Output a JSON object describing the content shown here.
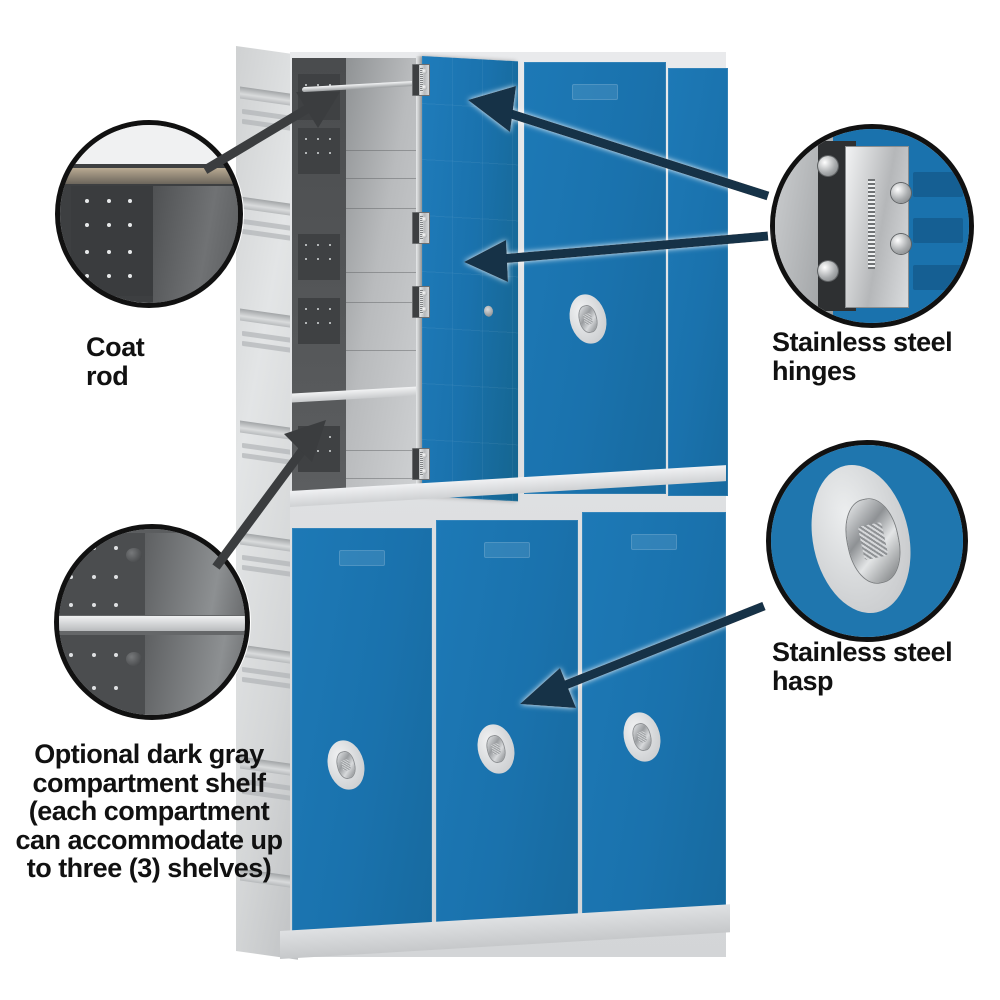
{
  "page": {
    "type": "product-feature-diagram",
    "subject": "Plastic locker cabinet, three columns, double tier, blue doors with gray body",
    "background_color": "#ffffff"
  },
  "colors": {
    "door_blue": "#1a72ad",
    "body_gray": "#d6d8da",
    "interior_dark_gray": "#3f4143",
    "callout_outline": "#111111",
    "arrow_fill": "#123047",
    "text": "#111111"
  },
  "callouts": [
    {
      "id": "coat-rod",
      "label": "Coat rod",
      "position": "top-left",
      "bubble_subject": "close-up of coat rod mounted across top of compartment above dark gray perforated panel"
    },
    {
      "id": "compartment-shelf",
      "label": "Optional dark gray compartment shelf (each compartment can accommodate up to three (3) shelves)",
      "label_lines": [
        "Optional dark gray",
        "compartment shelf",
        "(each compartment",
        "can accommodate up",
        "to three (3) shelves)"
      ],
      "position": "bottom-left",
      "bubble_subject": "close-up of light gray shelf spanning compartment with dark gray perforated walls"
    },
    {
      "id": "stainless-steel-hinges",
      "label": "Stainless steel hinges",
      "label_lines": [
        "Stainless steel",
        "hinges"
      ],
      "position": "top-right",
      "bubble_subject": "close-up of stainless steel spring hinge with screws joining gray frame to blue door",
      "arrow_count": 2
    },
    {
      "id": "stainless-steel-hasp",
      "label": "Stainless steel hasp",
      "label_lines": [
        "Stainless steel",
        "hasp"
      ],
      "position": "bottom-right",
      "bubble_subject": "close-up of stainless steel padlock hasp on oval plate set in blue door",
      "arrow_count": 1
    }
  ],
  "product": {
    "columns": 3,
    "tiers": 2,
    "open_compartment": {
      "column": 1,
      "tier": "upper",
      "door_state": "open",
      "hinge_count": 4,
      "has_coat_rod": true,
      "shelf_count": 1
    },
    "door_features": [
      "label-slot",
      "hasp",
      "keyhole"
    ],
    "closed_door_count": 5
  }
}
